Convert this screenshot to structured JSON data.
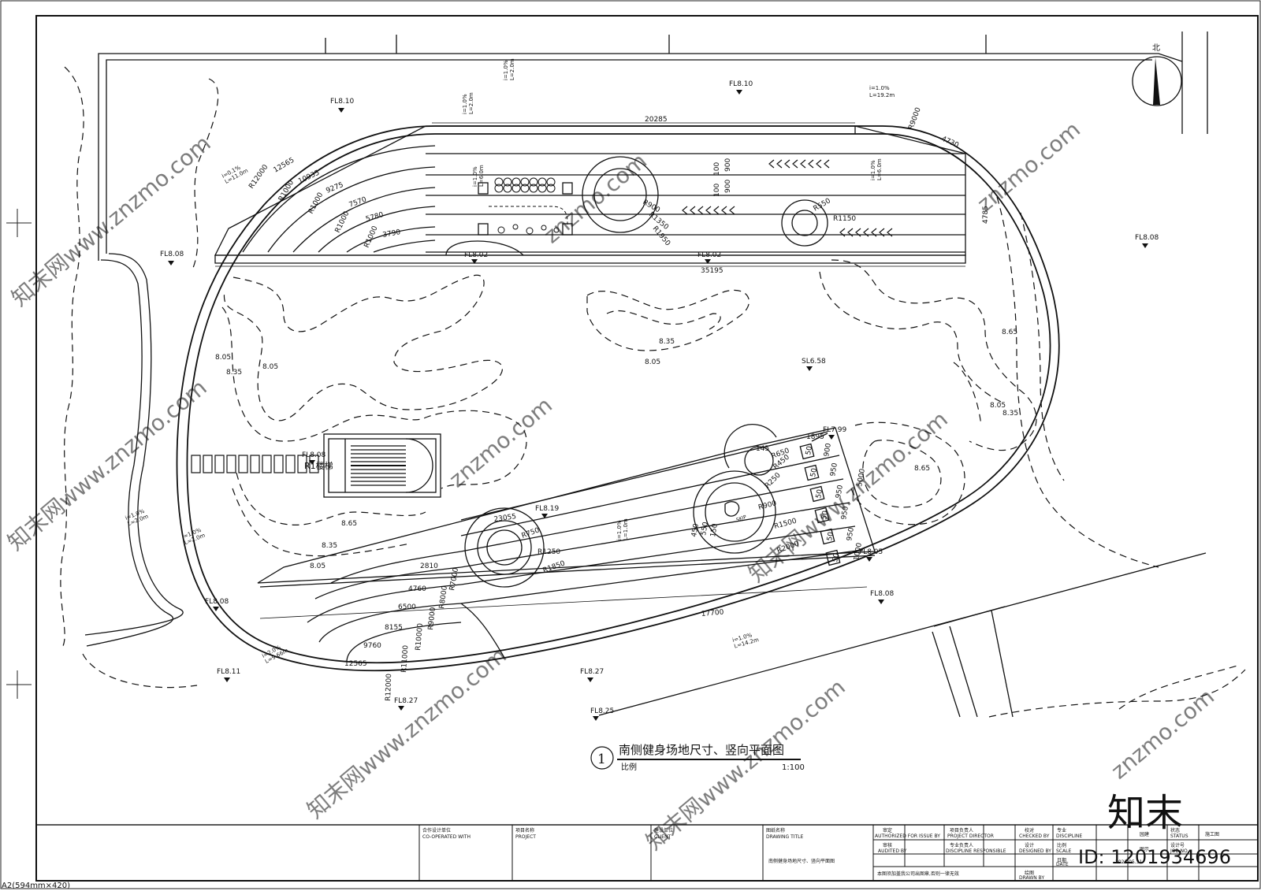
{
  "sheet": {
    "paper_size": "A2(594mm×420)",
    "north_label": "北"
  },
  "drawing": {
    "index_number": "1",
    "title": "南侧健身场地尺寸、竖向平面图",
    "scale_label": "比例",
    "scale_value": "1:100"
  },
  "levels": [
    {
      "label": "FL8.10"
    },
    {
      "label": "FL8.10"
    },
    {
      "label": "FL8.08"
    },
    {
      "label": "FL8.08"
    },
    {
      "label": "FL8.02"
    },
    {
      "label": "FL8.02"
    },
    {
      "label": "FL8.08"
    },
    {
      "label": "FL8.19"
    },
    {
      "label": "FL7.99"
    },
    {
      "label": "FL8.05"
    },
    {
      "label": "FL8.08"
    },
    {
      "label": "FL8.08"
    },
    {
      "label": "FL8.11"
    },
    {
      "label": "FL8.27"
    },
    {
      "label": "FL8.27"
    },
    {
      "label": "FL8.25"
    },
    {
      "label": "SL6.58"
    }
  ],
  "contours": [
    "8.05",
    "8.35",
    "8.05",
    "8.35",
    "8.05",
    "8.65",
    "8.05",
    "8.35",
    "8.65",
    "8.65",
    "8.35",
    "8.05"
  ],
  "dimensions": {
    "north_track": [
      "20285",
      "35195",
      "4785",
      "4730",
      "100",
      "900",
      "100",
      "900"
    ],
    "north_radii": [
      "R9000",
      "R12000",
      "R1000",
      "R1000",
      "R1000",
      "R1000",
      "R900",
      "R1350",
      "R1950",
      "R550",
      "R1150"
    ],
    "north_arcs": [
      "12565",
      "10935",
      "9275",
      "7570",
      "5780",
      "3790"
    ],
    "south_track": [
      "23055",
      "17700",
      "1895",
      "5000",
      "145"
    ],
    "south_radii": [
      "R750",
      "R1250",
      "R1850",
      "R7000",
      "R8000",
      "R9000",
      "R10000",
      "R11000",
      "R12000",
      "R900",
      "R1500",
      "R2000",
      "R650",
      "R450",
      "R250"
    ],
    "south_arcs": [
      "2810",
      "4760",
      "6500",
      "8155",
      "9760",
      "12565"
    ],
    "south_steps": [
      "50",
      "50",
      "50",
      "50",
      "50",
      "50",
      "900",
      "950",
      "950",
      "950",
      "950",
      "1000",
      "450",
      "550",
      "150"
    ]
  },
  "slopes": [
    {
      "i": "i=1.0%",
      "L": "L=2.0m"
    },
    {
      "i": "i=1.0%",
      "L": "L=2.0m"
    },
    {
      "i": "i=1.0%",
      "L": "L=19.2m"
    },
    {
      "i": "i=0.1%",
      "L": "L=11.0m"
    },
    {
      "i": "i=1.0%",
      "L": "L=6.0m"
    },
    {
      "i": "i=1.0%",
      "L": "L=6.0m"
    },
    {
      "i": "i=1.0%",
      "L": "L=2.0m"
    },
    {
      "i": "i=1.0%",
      "L": "L=2.0m"
    },
    {
      "i": "i=1.0%",
      "L": "L=14.2m"
    },
    {
      "i": "i=2.0%",
      "L": "L=9.66m"
    },
    {
      "i": "i=1.0%",
      "L": "L=1.0m"
    }
  ],
  "stair_label": "R1楼梯",
  "skip_label": "SKIP",
  "title_block": {
    "cooperated_cn": "合作设计单位",
    "cooperated_en": "CO-OPERATED WITH",
    "project_cn": "项目名称",
    "project_en": "PROJECT",
    "client_cn": "建设单位",
    "client_en": "CLIENT",
    "drawing_title_cn": "图纸名称",
    "drawing_title_en": "DRAWING TITLE",
    "drawing_title_value": "南侧健身场地尺寸、竖向平面图",
    "authorized_cn": "审定",
    "authorized_en": "AUTHORIZED FOR ISSUE BY",
    "audited_cn": "审核",
    "audited_en": "AUDITED BY",
    "director_cn": "项目负责人",
    "director_en": "PROJECT DIRECTOR",
    "discipline_resp_cn": "专业负责人",
    "discipline_resp_en": "DISCIPLINE RESPONSIBLE",
    "checked_cn": "校对",
    "checked_en": "CHECKED BY",
    "designed_cn": "设计",
    "designed_en": "DESIGNED BY",
    "drawn_cn": "绘图",
    "drawn_en": "DRAWN BY",
    "discipline_cn": "专业",
    "discipline_en": "DISCIPLINE",
    "discipline_value": "园建",
    "status_cn": "状态",
    "status_en": "STATUS",
    "status_value": "施工图",
    "scale_cn": "比例",
    "scale_en": "SCALE",
    "scale_value": "图示",
    "design_no_cn": "设计号",
    "design_no_en": "JOB NO.",
    "date_cn": "日期",
    "date_en": "DATE",
    "date_value": "2021.05.31",
    "note": "本图须加盖我公司出图章,否则一律无效"
  },
  "watermarks": {
    "site": "znzmo.com",
    "site_cn": "知末网www.znzmo.com",
    "brand": "知末",
    "id": "ID: 1201934696"
  }
}
